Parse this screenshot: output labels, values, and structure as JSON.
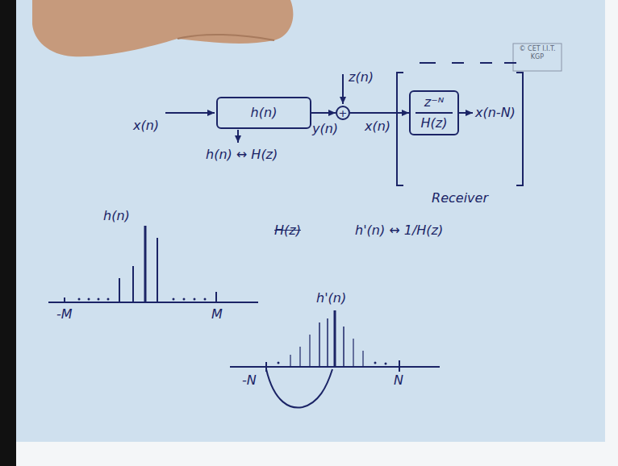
{
  "diagram": {
    "nodes": [
      {
        "text": [
          "h(n)"
        ]
      },
      {
        "text": [
          "+"
        ]
      },
      {
        "text": [
          "Receiver"
        ]
      },
      {
        "text": [
          "z⁻ᴺ",
          "H(z)"
        ],
        "in": 2
      }
    ],
    "edges": [
      {
        "from": 0,
        "to": 1,
        "arrow": "to",
        "label": "y(n)"
      },
      {
        "from": 1,
        "to": 3,
        "arrow": "to",
        "label": "x(n)"
      }
    ],
    "labels": [
      "x(n)",
      "z(n)",
      "x(n-N)",
      "h(n) ↔ H(z)",
      "h(n)",
      "-M",
      "M",
      "H(z)",
      "h'(n) ↔ 1/H(z)",
      "h'(n)",
      "-N",
      "N",
      "© CET I.I.T. KGP"
    ]
  }
}
